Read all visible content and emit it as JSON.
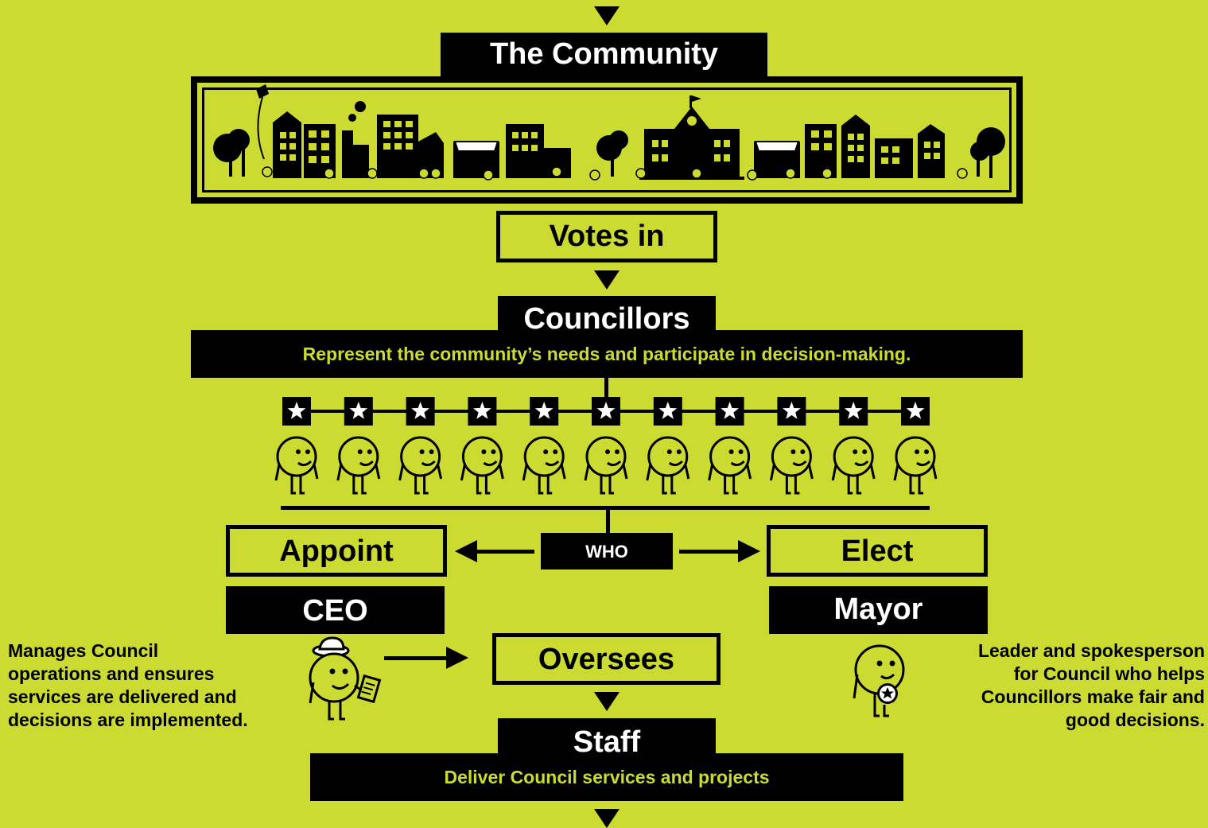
{
  "community": {
    "title": "The Community"
  },
  "votes": {
    "label": "Votes in"
  },
  "councillors": {
    "title": "Councillors",
    "description": "Represent the community’s needs and participate in decision-making."
  },
  "who": {
    "label": "WHO"
  },
  "appoint": {
    "label": "Appoint",
    "role": "CEO",
    "description": [
      "Manages Council",
      "operations and ensures",
      "services are delivered and",
      "decisions are implemented."
    ]
  },
  "elect": {
    "label": "Elect",
    "role": "Mayor",
    "description": [
      "Leader and spokesperson",
      "for Council who helps",
      "Councillors make fair and",
      "good decisions."
    ]
  },
  "oversees": {
    "label": "Oversees"
  },
  "staff": {
    "title": "Staff",
    "description": "Deliver Council services and projects"
  },
  "colors": {
    "background": "#cbdb32",
    "ink": "#000000",
    "accent_text": "#cbdb32",
    "light": "#ffffff"
  },
  "icons": {
    "councillor_count": 11,
    "councillor_icon": "star-icon",
    "person_icon": "person-icon"
  }
}
